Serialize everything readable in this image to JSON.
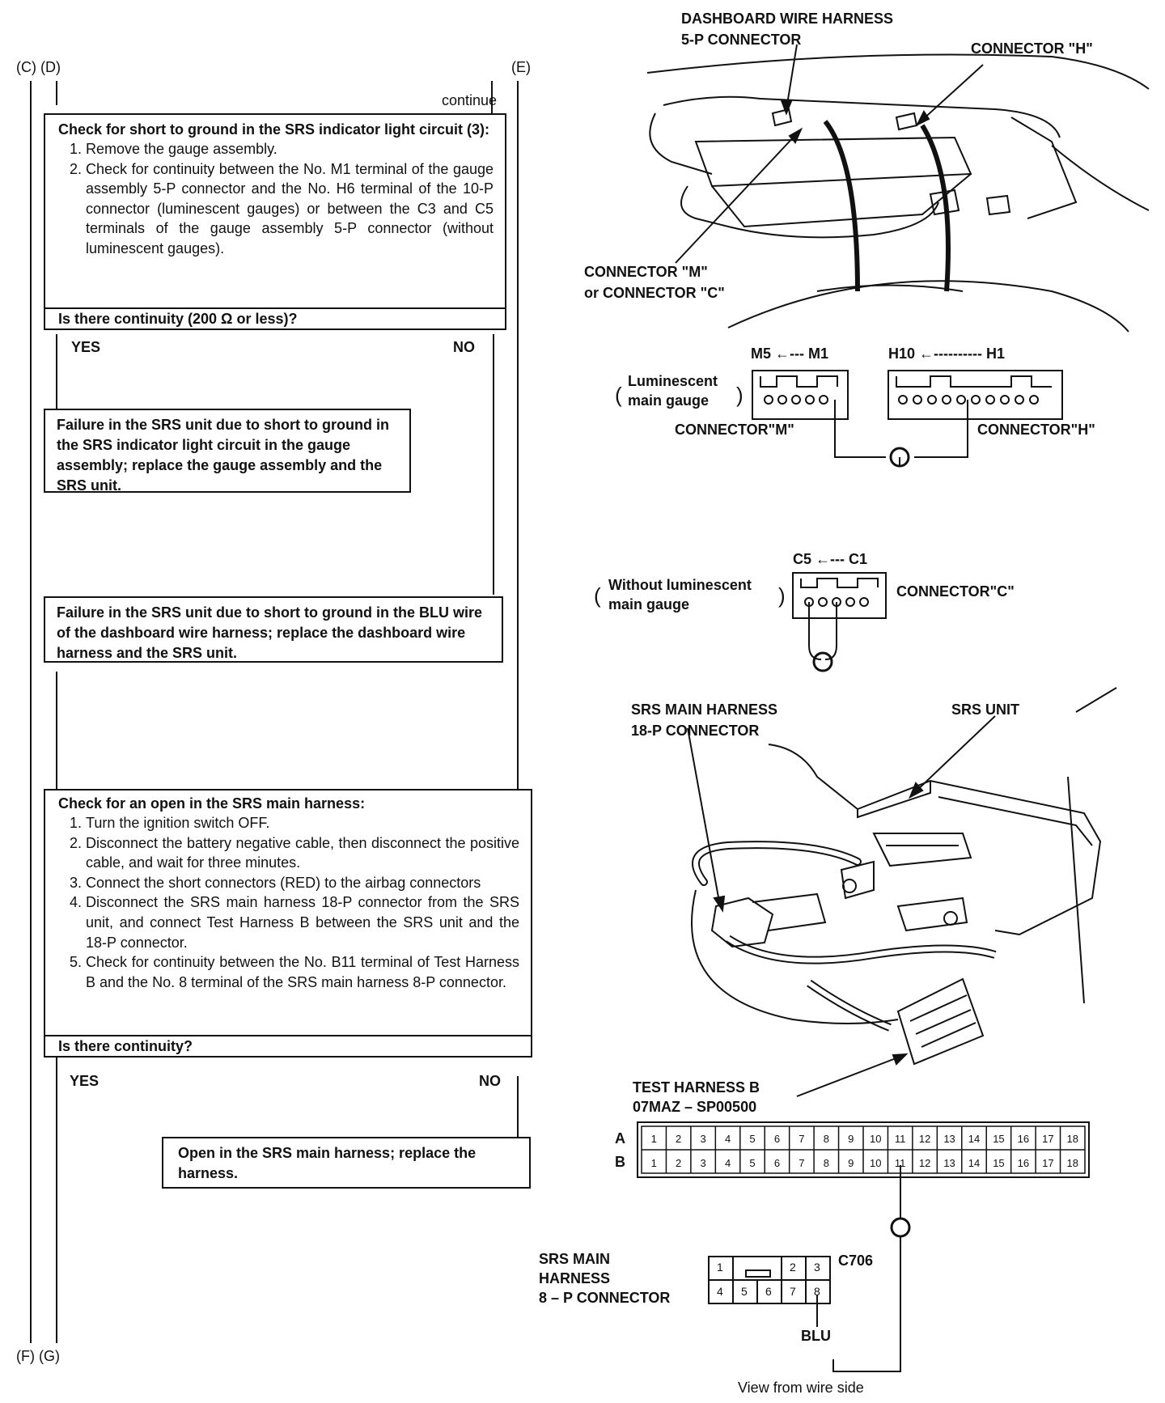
{
  "flow_labels": {
    "top_left": "(C) (D)",
    "top_right": "(E)",
    "bottom_left": "(F) (G)",
    "continue": "continue"
  },
  "step1": {
    "heading": "Check for short to ground in the SRS indicator light circuit (3):",
    "steps": [
      "Remove the gauge assembly.",
      "Check for continuity between the No. M1 terminal of the gauge assembly 5-P connector and the No. H6 terminal of the 10-P connector (luminescent gauges) or between the C3 and C5 terminals of the gauge assembly 5-P connector (without luminescent gauges)."
    ],
    "question": "Is there continuity (200 Ω or less)?",
    "yes": "YES",
    "no": "NO"
  },
  "result1": "Failure in the SRS unit due to short to ground in the SRS indicator light circuit in the gauge assembly; replace the gauge assembly and the SRS unit.",
  "result2": "Failure in the SRS unit due to short to ground in the BLU wire of the dashboard wire harness; replace the dashboard wire harness and the SRS unit.",
  "step2": {
    "heading": "Check for an open in the SRS main harness:",
    "steps": [
      "Turn the ignition switch OFF.",
      "Disconnect the battery negative cable, then disconnect the positive cable, and wait for three minutes.",
      "Connect the short connectors (RED) to the airbag connectors",
      "Disconnect the SRS main harness 18-P connector from the SRS unit, and connect Test Harness B between the SRS unit and the 18-P connector.",
      "Check for continuity between the No. B11 terminal of Test Harness B and the No. 8 terminal of the SRS main harness 8-P connector."
    ],
    "question": "Is there continuity?",
    "yes": "YES",
    "no": "NO"
  },
  "result3": "Open in the SRS main harness; replace the harness.",
  "figure1": {
    "label_dash_1": "DASHBOARD WIRE HARNESS",
    "label_dash_2": "5-P CONNECTOR",
    "label_conn_h": "CONNECTOR \"H\"",
    "label_conn_m_1": "CONNECTOR \"M\"",
    "label_conn_m_2": "or CONNECTOR \"C\""
  },
  "figure2": {
    "m_range": "M5 ←--- M1",
    "h_range": "H10 ←---------- H1",
    "lum_1": "Luminescent",
    "lum_2": "main gauge",
    "conn_m": "CONNECTOR\"M\"",
    "conn_h": "CONNECTOR\"H\""
  },
  "figure3": {
    "c_range": "C5 ←--- C1",
    "without_1": "Without luminescent",
    "without_2": "main gauge",
    "conn_c": "CONNECTOR\"C\""
  },
  "figure4": {
    "main_harness_1": "SRS MAIN HARNESS",
    "main_harness_2": "18-P CONNECTOR",
    "srs_unit": "SRS UNIT",
    "test_harness_1": "TEST HARNESS B",
    "test_harness_2": "07MAZ – SP00500"
  },
  "figure5": {
    "row_a": "A",
    "row_b": "B",
    "pins": [
      "1",
      "2",
      "3",
      "4",
      "5",
      "6",
      "7",
      "8",
      "9",
      "10",
      "11",
      "12",
      "13",
      "14",
      "15",
      "16",
      "17",
      "18"
    ],
    "eight_p_1": "SRS MAIN",
    "eight_p_2": "HARNESS",
    "eight_p_3": "8 – P CONNECTOR",
    "c706": "C706",
    "eight_pins_top": [
      "1",
      "2",
      "3"
    ],
    "eight_pins_bottom": [
      "4",
      "5",
      "6",
      "7",
      "8"
    ],
    "blu": "BLU",
    "view": "View from wire side"
  }
}
